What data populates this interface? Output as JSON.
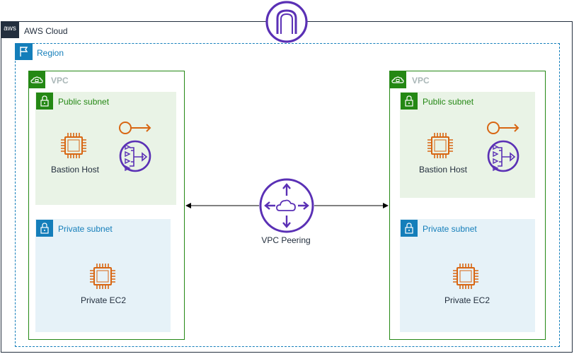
{
  "cloud": {
    "label": "AWS Cloud",
    "logo_text": "aws",
    "color": "#232F3E"
  },
  "region": {
    "label": "Region",
    "color": "#147EBA"
  },
  "top_icon": {
    "name": "internet-gateway-icon",
    "color": "#7B2CBF"
  },
  "vpcs": [
    {
      "label": "VPC",
      "public_subnet": {
        "label": "Public subnet",
        "instance_label": "Bastion Host"
      },
      "private_subnet": {
        "label": "Private subnet",
        "instance_label": "Private EC2"
      }
    },
    {
      "label": "VPC",
      "public_subnet": {
        "label": "Public subnet",
        "instance_label": "Bastion Host"
      },
      "private_subnet": {
        "label": "Private subnet",
        "instance_label": "Private EC2"
      }
    }
  ],
  "peering": {
    "label": "VPC Peering"
  },
  "colors": {
    "vpc_border": "#248814",
    "public_fill": "#E9F3E6",
    "private_fill": "#E6F2F8",
    "ec2": "#D86613",
    "nat": "#5A30B5",
    "peering": "#5A30B5",
    "vpc_label": "#AAB7B8"
  }
}
